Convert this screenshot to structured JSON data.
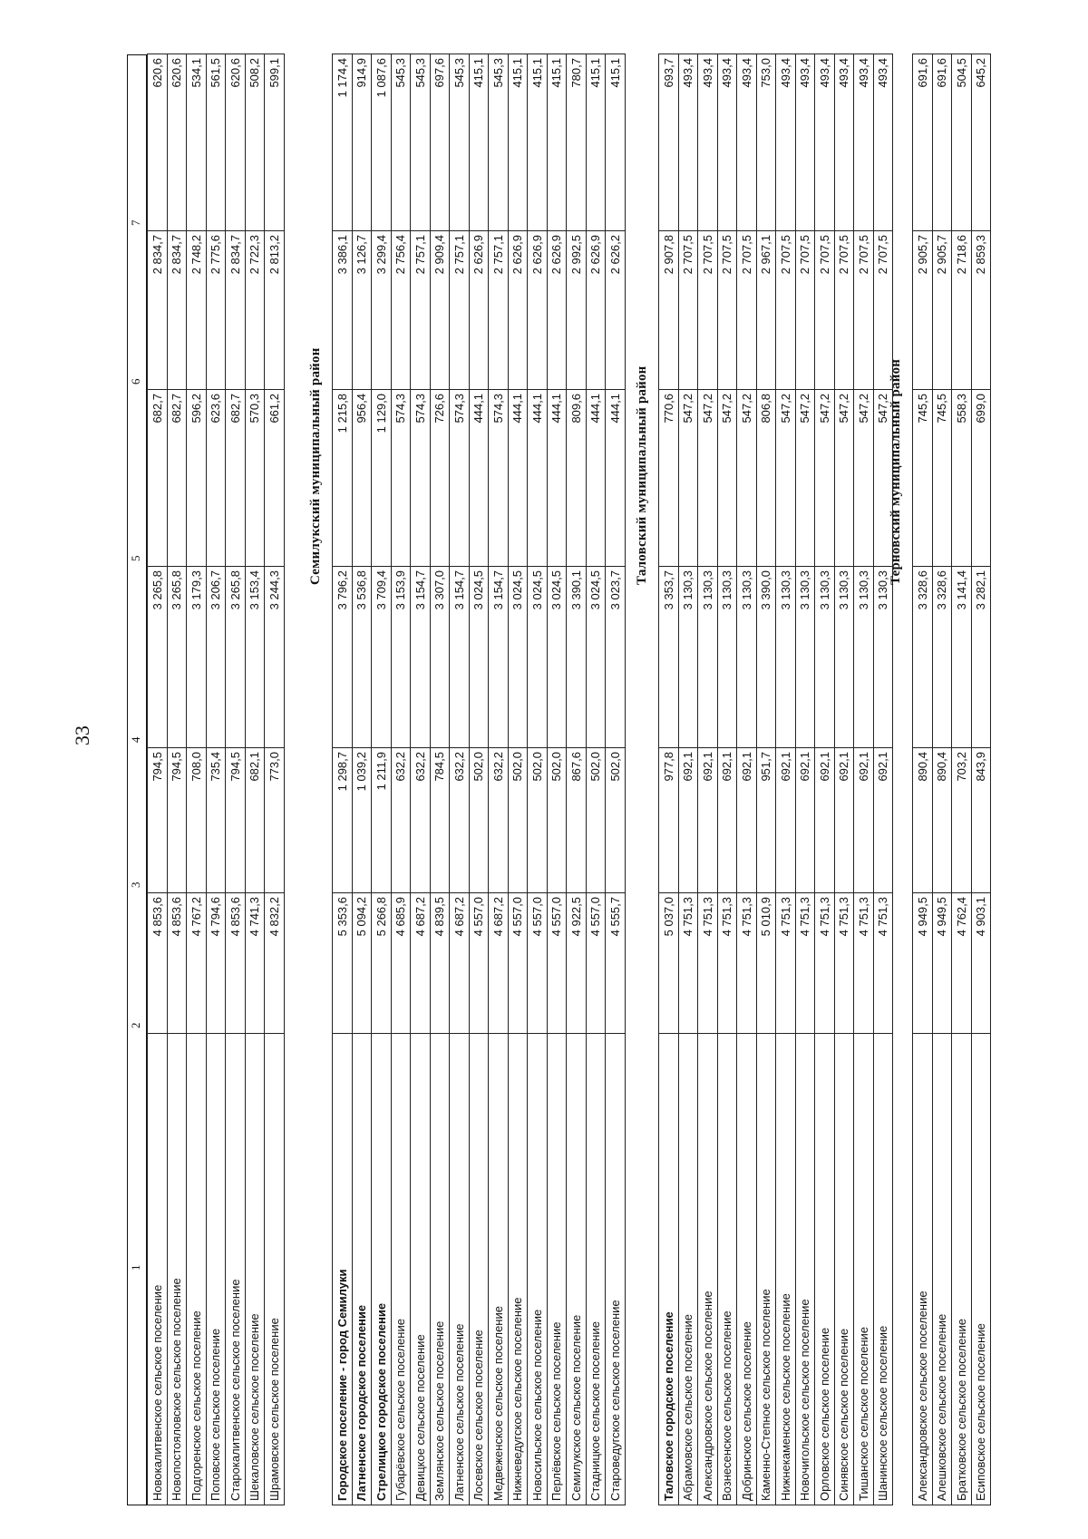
{
  "page_number": "33",
  "header": [
    "1",
    "2",
    "3",
    "4",
    "5",
    "6",
    "7"
  ],
  "block1": {
    "rows": [
      [
        "Новокалитвенское сельское поселение",
        "4 853,6",
        "794,5",
        "3 265,8",
        "682,7",
        "2 834,7",
        "620,6"
      ],
      [
        "Новопостояловское сельское поселение",
        "4 853,6",
        "794,5",
        "3 265,8",
        "682,7",
        "2 834,7",
        "620,6"
      ],
      [
        "Подгоренское сельское поселение",
        "4 767,2",
        "708,0",
        "3 179,3",
        "596,2",
        "2 748,2",
        "534,1"
      ],
      [
        "Поповское сельское поселение",
        "4 794,6",
        "735,4",
        "3 206,7",
        "623,6",
        "2 775,6",
        "561,5"
      ],
      [
        "Старокалитвенское сельское поселение",
        "4 853,6",
        "794,5",
        "3 265,8",
        "682,7",
        "2 834,7",
        "620,6"
      ],
      [
        "Шекаловское сельское поселение",
        "4 741,3",
        "682,1",
        "3 153,4",
        "570,3",
        "2 722,3",
        "508,2"
      ],
      [
        "Шрамовское сельское поселение",
        "4 832,2",
        "773,0",
        "3 244,3",
        "661,2",
        "2 813,2",
        "599,1"
      ]
    ]
  },
  "section_semiluki": {
    "title": "Семилукский муниципальный район",
    "rows": [
      [
        "Городское поселение - город Семилуки",
        "5 353,6",
        "1 298,7",
        "3 796,2",
        "1 215,8",
        "3 386,1",
        "1 174,4"
      ],
      [
        "Латненское городское поселение",
        "5 094,2",
        "1 039,2",
        "3 536,8",
        "956,4",
        "3 126,7",
        "914,9"
      ],
      [
        "Стрелицкое городское поселение",
        "5 266,8",
        "1 211,9",
        "3 709,4",
        "1 129,0",
        "3 299,4",
        "1 087,6"
      ],
      [
        "Губарёвское сельское поселение",
        "4 685,9",
        "632,2",
        "3 153,9",
        "574,3",
        "2 756,4",
        "545,3"
      ],
      [
        "Девицкое сельское поселение",
        "4 687,2",
        "632,2",
        "3 154,7",
        "574,3",
        "2 757,1",
        "545,3"
      ],
      [
        "Землянское сельское поселение",
        "4 839,5",
        "784,5",
        "3 307,0",
        "726,6",
        "2 909,4",
        "697,6"
      ],
      [
        "Латненское сельское поселение",
        "4 687,2",
        "632,2",
        "3 154,7",
        "574,3",
        "2 757,1",
        "545,3"
      ],
      [
        "Лосевское сельское поселение",
        "4 557,0",
        "502,0",
        "3 024,5",
        "444,1",
        "2 626,9",
        "415,1"
      ],
      [
        "Медвеженское сельское поселение",
        "4 687,2",
        "632,2",
        "3 154,7",
        "574,3",
        "2 757,1",
        "545,3"
      ],
      [
        "Нижневедугское сельское поселение",
        "4 557,0",
        "502,0",
        "3 024,5",
        "444,1",
        "2 626,9",
        "415,1"
      ],
      [
        "Новосильское сельское поселение",
        "4 557,0",
        "502,0",
        "3 024,5",
        "444,1",
        "2 626,9",
        "415,1"
      ],
      [
        "Перлёвское сельское поселение",
        "4 557,0",
        "502,0",
        "3 024,5",
        "444,1",
        "2 626,9",
        "415,1"
      ],
      [
        "Семилукское сельское поселение",
        "4 922,5",
        "867,6",
        "3 390,1",
        "809,6",
        "2 992,5",
        "780,7"
      ],
      [
        "Стадницкое сельское поселение",
        "4 557,0",
        "502,0",
        "3 024,5",
        "444,1",
        "2 626,9",
        "415,1"
      ],
      [
        "Староведугское сельское поселение",
        "4 555,7",
        "502,0",
        "3 023,7",
        "444,1",
        "2 626,2",
        "415,1"
      ]
    ]
  },
  "section_talovaya": {
    "title": "Таловский муниципальный район",
    "rows": [
      [
        "Таловское городское поселение",
        "5 037,0",
        "977,8",
        "3 353,7",
        "770,6",
        "2 907,8",
        "693,7"
      ],
      [
        "Абрамовское сельское поселение",
        "4 751,3",
        "692,1",
        "3 130,3",
        "547,2",
        "2 707,5",
        "493,4"
      ],
      [
        "Александровское сельское поселение",
        "4 751,3",
        "692,1",
        "3 130,3",
        "547,2",
        "2 707,5",
        "493,4"
      ],
      [
        "Вознесенское сельское поселение",
        "4 751,3",
        "692,1",
        "3 130,3",
        "547,2",
        "2 707,5",
        "493,4"
      ],
      [
        "Добринское сельское поселение",
        "4 751,3",
        "692,1",
        "3 130,3",
        "547,2",
        "2 707,5",
        "493,4"
      ],
      [
        "Каменно-Степное сельское поселение",
        "5 010,9",
        "951,7",
        "3 390,0",
        "806,8",
        "2 967,1",
        "753,0"
      ],
      [
        "Нижнекаменское сельское поселение",
        "4 751,3",
        "692,1",
        "3 130,3",
        "547,2",
        "2 707,5",
        "493,4"
      ],
      [
        "Новочигольское сельское поселение",
        "4 751,3",
        "692,1",
        "3 130,3",
        "547,2",
        "2 707,5",
        "493,4"
      ],
      [
        "Орловское сельское поселение",
        "4 751,3",
        "692,1",
        "3 130,3",
        "547,2",
        "2 707,5",
        "493,4"
      ],
      [
        "Синявское сельское поселение",
        "4 751,3",
        "692,1",
        "3 130,3",
        "547,2",
        "2 707,5",
        "493,4"
      ],
      [
        "Тишанское сельское поселение",
        "4 751,3",
        "692,1",
        "3 130,3",
        "547,2",
        "2 707,5",
        "493,4"
      ],
      [
        "Шанинское сельское поселение",
        "4 751,3",
        "692,1",
        "3 130,3",
        "547,2",
        "2 707,5",
        "493,4"
      ]
    ]
  },
  "section_ternovka": {
    "title": "Терновский муниципальный район",
    "rows": [
      [
        "Александровское сельское поселение",
        "4 949,5",
        "890,4",
        "3 328,6",
        "745,5",
        "2 905,7",
        "691,6"
      ],
      [
        "Алешковское сельское поселение",
        "4 949,5",
        "890,4",
        "3 328,6",
        "745,5",
        "2 905,7",
        "691,6"
      ],
      [
        "Братковское сельское поселение",
        "4 762,4",
        "703,2",
        "3 141,4",
        "558,3",
        "2 718,6",
        "504,5"
      ],
      [
        "Есиповское сельское поселение",
        "4 903,1",
        "843,9",
        "3 282,1",
        "699,0",
        "2 859,3",
        "645,2"
      ]
    ]
  }
}
